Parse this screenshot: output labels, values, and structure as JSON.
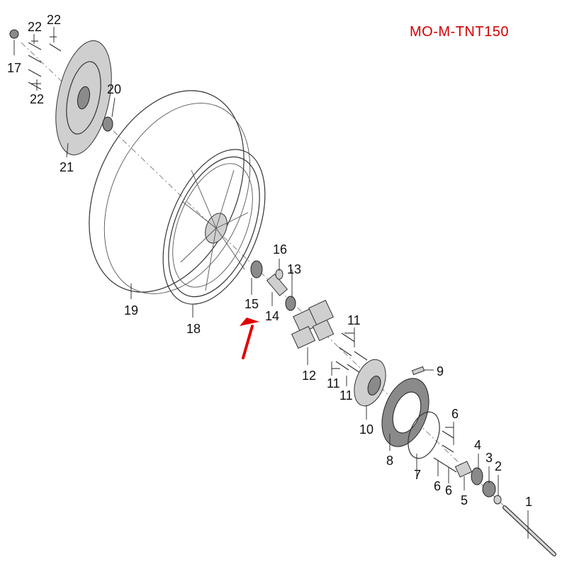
{
  "model_code": "MO-M-TNT150",
  "accent_color": "#d00000",
  "arrow_color": "#e00000",
  "arrow_target_part": "15",
  "part_labels": {
    "p1": "1",
    "p2": "2",
    "p3": "3",
    "p4": "4",
    "p5": "5",
    "p6a": "6",
    "p6b": "6",
    "p6c": "6",
    "p7": "7",
    "p8": "8",
    "p9": "9",
    "p10": "10",
    "p11a": "11",
    "p11b": "11",
    "p11c": "11",
    "p12": "12",
    "p13": "13",
    "p14": "14",
    "p15": "15",
    "p16": "16",
    "p17": "17",
    "p18": "18",
    "p19": "19",
    "p20": "20",
    "p21": "21",
    "p22a": "22",
    "p22b": "22",
    "p22c": "22"
  }
}
